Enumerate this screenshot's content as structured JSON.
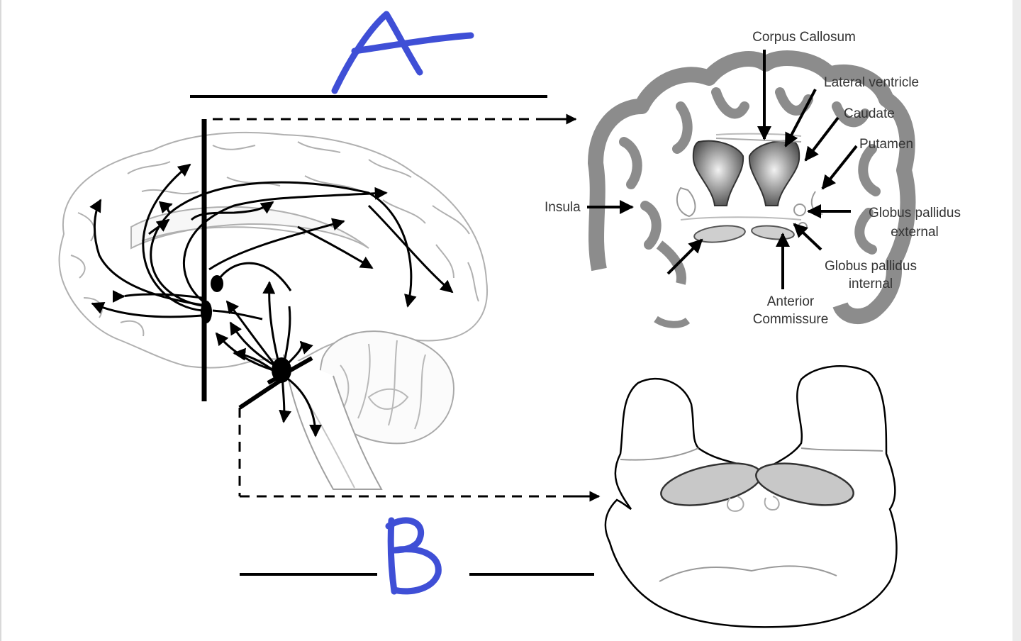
{
  "handwritten": {
    "label_a": "A",
    "label_b": "B",
    "ink_color": "#3f4fd6"
  },
  "coronal_section": {
    "labels": {
      "corpus_callosum": "Corpus Callosum",
      "lateral_ventricle": "Lateral ventricle",
      "caudate": "Caudate",
      "putamen": "Putamen",
      "insula": "Insula",
      "gp_external_line1": "Globus pallidus",
      "gp_external_line2": "external",
      "gp_internal_line1": "Globus pallidus",
      "gp_internal_line2": "internal",
      "anterior_commissure_line1": "Anterior",
      "anterior_commissure_line2": "Commissure"
    }
  },
  "colors": {
    "cortex_gray": "#8c8c8c",
    "label_text": "#333333",
    "arrow": "#000000",
    "nucleus_fill": "#c8c8c8"
  }
}
